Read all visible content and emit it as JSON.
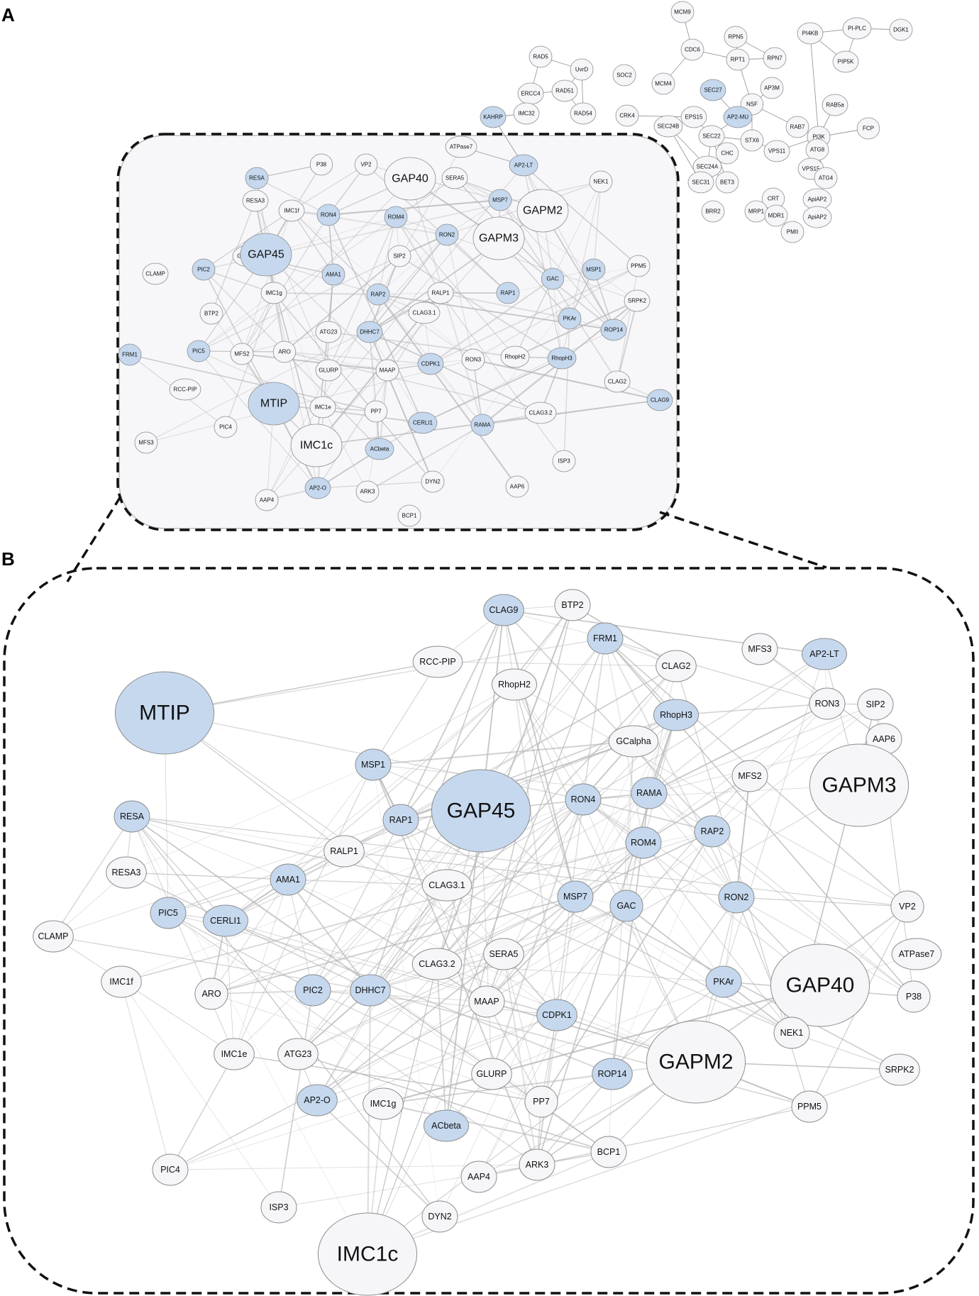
{
  "panels": {
    "a": "A",
    "b": "B"
  },
  "colors": {
    "highlight": "#c5d8ee",
    "plain": "#f6f5f8",
    "stroke": "#8e8e8e",
    "edge": "#b8b8b8"
  },
  "panelA": {
    "nodes": [
      {
        "id": "MCM9",
        "h": 0
      },
      {
        "id": "RPN5",
        "h": 0
      },
      {
        "id": "RPN7",
        "h": 0
      },
      {
        "id": "PI4KB",
        "h": 0
      },
      {
        "id": "PI-PLC",
        "h": 0
      },
      {
        "id": "DGK1",
        "h": 0
      },
      {
        "id": "CDC6",
        "h": 0
      },
      {
        "id": "RPT1",
        "h": 0
      },
      {
        "id": "PIP5K",
        "h": 0
      },
      {
        "id": "RAD5",
        "h": 0
      },
      {
        "id": "UvrD",
        "h": 0
      },
      {
        "id": "SOC2",
        "h": 0
      },
      {
        "id": "MCM4",
        "h": 0
      },
      {
        "id": "RAD51",
        "h": 0
      },
      {
        "id": "ERCC4",
        "h": 0
      },
      {
        "id": "SEC27",
        "h": 1
      },
      {
        "id": "AP3M",
        "h": 0
      },
      {
        "id": "IMC32",
        "h": 0
      },
      {
        "id": "RAD54",
        "h": 0
      },
      {
        "id": "KAHRP",
        "h": 1
      },
      {
        "id": "CRK4",
        "h": 0
      },
      {
        "id": "NSF",
        "h": 0
      },
      {
        "id": "RAB5a",
        "h": 0
      },
      {
        "id": "EPS15",
        "h": 0
      },
      {
        "id": "AP2-MU",
        "h": 1
      },
      {
        "id": "SEC24B",
        "h": 0
      },
      {
        "id": "SEC22",
        "h": 0
      },
      {
        "id": "RAB7",
        "h": 0
      },
      {
        "id": "PI3K",
        "h": 0
      },
      {
        "id": "FCP",
        "h": 0
      },
      {
        "id": "STX6",
        "h": 0
      },
      {
        "id": "CHC",
        "h": 0
      },
      {
        "id": "VPS11",
        "h": 0
      },
      {
        "id": "ATPase7",
        "h": 0
      },
      {
        "id": "ATG8",
        "h": 0
      },
      {
        "id": "SEC24A",
        "h": 0
      },
      {
        "id": "AP2-LT",
        "h": 1
      },
      {
        "id": "VPS15",
        "h": 0
      },
      {
        "id": "ATG4",
        "h": 0
      },
      {
        "id": "SEC31",
        "h": 0
      },
      {
        "id": "BET3",
        "h": 0
      },
      {
        "id": "CRT",
        "h": 0
      },
      {
        "id": "ApiAP2",
        "h": 0
      },
      {
        "id": "BRR2",
        "h": 0
      },
      {
        "id": "MRP1",
        "h": 0
      },
      {
        "id": "MDR1",
        "h": 0
      },
      {
        "id": "ApiAP2",
        "h": 0
      },
      {
        "id": "PMII",
        "h": 0
      },
      {
        "id": "P38",
        "h": 0
      },
      {
        "id": "VP2",
        "h": 0
      },
      {
        "id": "GAP40",
        "h": 0
      },
      {
        "id": "SERA5",
        "h": 0
      },
      {
        "id": "RESA",
        "h": 1
      },
      {
        "id": "NEK1",
        "h": 0
      },
      {
        "id": "MSP7",
        "h": 1
      },
      {
        "id": "GAPM2",
        "h": 0
      },
      {
        "id": "RESA3",
        "h": 0
      },
      {
        "id": "IMC1f",
        "h": 0
      },
      {
        "id": "RON4",
        "h": 1
      },
      {
        "id": "ROM4",
        "h": 1
      },
      {
        "id": "RON2",
        "h": 1
      },
      {
        "id": "GAPM3",
        "h": 0
      },
      {
        "id": "GCalpha",
        "h": 0
      },
      {
        "id": "GAP45",
        "h": 1
      },
      {
        "id": "SIP2",
        "h": 0
      },
      {
        "id": "PPM5",
        "h": 0
      },
      {
        "id": "CLAMP",
        "h": 0
      },
      {
        "id": "PIC2",
        "h": 1
      },
      {
        "id": "AMA1",
        "h": 1
      },
      {
        "id": "MSP1",
        "h": 1
      },
      {
        "id": "GAC",
        "h": 1
      },
      {
        "id": "IMC1g",
        "h": 0
      },
      {
        "id": "RAP2",
        "h": 1
      },
      {
        "id": "RALP1",
        "h": 0
      },
      {
        "id": "RAP1",
        "h": 1
      },
      {
        "id": "SRPK2",
        "h": 0
      },
      {
        "id": "BTP2",
        "h": 0
      },
      {
        "id": "CLAG3.1",
        "h": 0
      },
      {
        "id": "PKAr",
        "h": 1
      },
      {
        "id": "ATG23",
        "h": 0
      },
      {
        "id": "DHHC7",
        "h": 1
      },
      {
        "id": "ROP14",
        "h": 1
      },
      {
        "id": "FRM1",
        "h": 1
      },
      {
        "id": "PIC5",
        "h": 1
      },
      {
        "id": "MFS2",
        "h": 0
      },
      {
        "id": "ARO",
        "h": 0
      },
      {
        "id": "CDPK1",
        "h": 1
      },
      {
        "id": "RON3",
        "h": 0
      },
      {
        "id": "RhopH2",
        "h": 0
      },
      {
        "id": "RhopH3",
        "h": 1
      },
      {
        "id": "GLURP",
        "h": 0
      },
      {
        "id": "MAAP",
        "h": 0
      },
      {
        "id": "CLAG2",
        "h": 0
      },
      {
        "id": "RCC-PIP",
        "h": 0
      },
      {
        "id": "MTIP",
        "h": 1
      },
      {
        "id": "CLAG9",
        "h": 1
      },
      {
        "id": "IMC1e",
        "h": 0
      },
      {
        "id": "PP7",
        "h": 0
      },
      {
        "id": "CLAG3.2",
        "h": 0
      },
      {
        "id": "MFS3",
        "h": 0
      },
      {
        "id": "CERLI1",
        "h": 1
      },
      {
        "id": "RAMA",
        "h": 1
      },
      {
        "id": "PIC4",
        "h": 0
      },
      {
        "id": "IMC1c",
        "h": 0
      },
      {
        "id": "ACbeta",
        "h": 1
      },
      {
        "id": "ISP3",
        "h": 0
      },
      {
        "id": "AP2-O",
        "h": 1
      },
      {
        "id": "ARK3",
        "h": 0
      },
      {
        "id": "DYN2",
        "h": 0
      },
      {
        "id": "AAP6",
        "h": 0
      },
      {
        "id": "AAP4",
        "h": 0
      },
      {
        "id": "BCP1",
        "h": 0
      }
    ]
  },
  "panelB": {
    "nodes": [
      {
        "id": "CLAG9",
        "h": 1
      },
      {
        "id": "BTP2",
        "h": 0
      },
      {
        "id": "FRM1",
        "h": 1
      },
      {
        "id": "RCC-PIP",
        "h": 0
      },
      {
        "id": "CLAG2",
        "h": 0
      },
      {
        "id": "MFS3",
        "h": 0
      },
      {
        "id": "AP2-LT",
        "h": 1
      },
      {
        "id": "RhopH2",
        "h": 0
      },
      {
        "id": "RON3",
        "h": 0
      },
      {
        "id": "SIP2",
        "h": 0
      },
      {
        "id": "MTIP",
        "h": 1
      },
      {
        "id": "RhopH3",
        "h": 1
      },
      {
        "id": "AAP6",
        "h": 0
      },
      {
        "id": "GCalpha",
        "h": 0
      },
      {
        "id": "MSP1",
        "h": 1
      },
      {
        "id": "MFS2",
        "h": 0
      },
      {
        "id": "GAPM3",
        "h": 0
      },
      {
        "id": "RON4",
        "h": 1
      },
      {
        "id": "RAMA",
        "h": 1
      },
      {
        "id": "GAP45",
        "h": 1
      },
      {
        "id": "RESA",
        "h": 1
      },
      {
        "id": "RAP1",
        "h": 1
      },
      {
        "id": "RAP2",
        "h": 1
      },
      {
        "id": "ROM4",
        "h": 1
      },
      {
        "id": "RALP1",
        "h": 0
      },
      {
        "id": "RESA3",
        "h": 0
      },
      {
        "id": "CLAG3.1",
        "h": 0
      },
      {
        "id": "AMA1",
        "h": 1
      },
      {
        "id": "RON2",
        "h": 1
      },
      {
        "id": "MSP7",
        "h": 1
      },
      {
        "id": "GAC",
        "h": 1
      },
      {
        "id": "VP2",
        "h": 0
      },
      {
        "id": "PIC5",
        "h": 1
      },
      {
        "id": "CERLI1",
        "h": 1
      },
      {
        "id": "CLAMP",
        "h": 0
      },
      {
        "id": "SERA5",
        "h": 0
      },
      {
        "id": "ATPase7",
        "h": 0
      },
      {
        "id": "CLAG3.2",
        "h": 0
      },
      {
        "id": "IMC1f",
        "h": 0
      },
      {
        "id": "PKAr",
        "h": 1
      },
      {
        "id": "GAP40",
        "h": 0
      },
      {
        "id": "ARO",
        "h": 0
      },
      {
        "id": "PIC2",
        "h": 1
      },
      {
        "id": "DHHC7",
        "h": 1
      },
      {
        "id": "MAAP",
        "h": 0
      },
      {
        "id": "P38",
        "h": 0
      },
      {
        "id": "CDPK1",
        "h": 1
      },
      {
        "id": "NEK1",
        "h": 0
      },
      {
        "id": "IMC1e",
        "h": 0
      },
      {
        "id": "ATG23",
        "h": 0
      },
      {
        "id": "GAPM2",
        "h": 0
      },
      {
        "id": "SRPK2",
        "h": 0
      },
      {
        "id": "GLURP",
        "h": 0
      },
      {
        "id": "ROP14",
        "h": 1
      },
      {
        "id": "AP2-O",
        "h": 1
      },
      {
        "id": "IMC1g",
        "h": 0
      },
      {
        "id": "PP7",
        "h": 0
      },
      {
        "id": "PPM5",
        "h": 0
      },
      {
        "id": "ACbeta",
        "h": 1
      },
      {
        "id": "PIC4",
        "h": 0
      },
      {
        "id": "ARK3",
        "h": 0
      },
      {
        "id": "BCP1",
        "h": 0
      },
      {
        "id": "AAP4",
        "h": 0
      },
      {
        "id": "ISP3",
        "h": 0
      },
      {
        "id": "DYN2",
        "h": 0
      },
      {
        "id": "IMC1c",
        "h": 0
      }
    ]
  }
}
